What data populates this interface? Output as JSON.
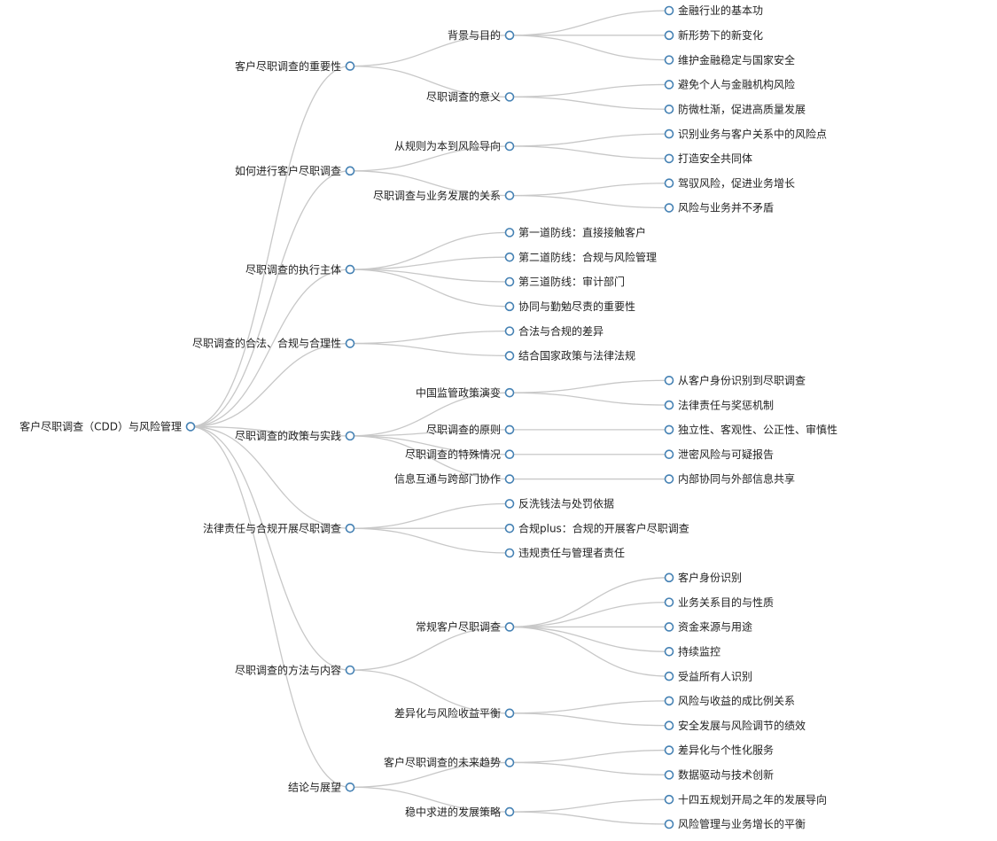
{
  "mindmap": {
    "root": {
      "label": "客户尽职调查（CDD）与风险管理",
      "children": [
        {
          "label": "客户尽职调查的重要性",
          "children": [
            {
              "label": "背景与目的",
              "children": [
                {
                  "label": "金融行业的基本功"
                },
                {
                  "label": "新形势下的新变化"
                },
                {
                  "label": "维护金融稳定与国家安全"
                }
              ]
            },
            {
              "label": "尽职调查的意义",
              "children": [
                {
                  "label": "避免个人与金融机构风险"
                },
                {
                  "label": "防微杜渐，促进高质量发展"
                }
              ]
            }
          ]
        },
        {
          "label": "如何进行客户尽职调查",
          "children": [
            {
              "label": "从规则为本到风险导向",
              "children": [
                {
                  "label": "识别业务与客户关系中的风险点"
                },
                {
                  "label": "打造安全共同体"
                }
              ]
            },
            {
              "label": "尽职调查与业务发展的关系",
              "children": [
                {
                  "label": "驾驭风险，促进业务增长"
                },
                {
                  "label": "风险与业务并不矛盾"
                }
              ]
            }
          ]
        },
        {
          "label": "尽职调查的执行主体",
          "children": [
            {
              "label": "第一道防线：直接接触客户"
            },
            {
              "label": "第二道防线：合规与风险管理"
            },
            {
              "label": "第三道防线：审计部门"
            },
            {
              "label": "协同与勤勉尽责的重要性"
            }
          ]
        },
        {
          "label": "尽职调查的合法、合规与合理性",
          "children": [
            {
              "label": "合法与合规的差异"
            },
            {
              "label": "结合国家政策与法律法规"
            }
          ]
        },
        {
          "label": "尽职调查的政策与实践",
          "children": [
            {
              "label": "中国监管政策演变",
              "children": [
                {
                  "label": "从客户身份识别到尽职调查"
                },
                {
                  "label": "法律责任与奖惩机制"
                }
              ]
            },
            {
              "label": "尽职调查的原则",
              "children": [
                {
                  "label": "独立性、客观性、公正性、审慎性"
                }
              ]
            },
            {
              "label": "尽职调查的特殊情况",
              "children": [
                {
                  "label": "泄密风险与可疑报告"
                }
              ]
            },
            {
              "label": "信息互通与跨部门协作",
              "children": [
                {
                  "label": "内部协同与外部信息共享"
                }
              ]
            }
          ]
        },
        {
          "label": "法律责任与合规开展尽职调查",
          "children": [
            {
              "label": "反洗钱法与处罚依据"
            },
            {
              "label": "合规plus：合规的开展客户尽职调查"
            },
            {
              "label": "违规责任与管理者责任"
            }
          ]
        },
        {
          "label": "尽职调查的方法与内容",
          "children": [
            {
              "label": "常规客户尽职调查",
              "children": [
                {
                  "label": "客户身份识别"
                },
                {
                  "label": "业务关系目的与性质"
                },
                {
                  "label": "资金来源与用途"
                },
                {
                  "label": "持续监控"
                },
                {
                  "label": "受益所有人识别"
                }
              ]
            },
            {
              "label": "差异化与风险收益平衡",
              "children": [
                {
                  "label": "风险与收益的成比例关系"
                },
                {
                  "label": "安全发展与风险调节的绩效"
                }
              ]
            }
          ]
        },
        {
          "label": "结论与展望",
          "children": [
            {
              "label": "客户尽职调查的未来趋势",
              "children": [
                {
                  "label": "差异化与个性化服务"
                },
                {
                  "label": "数据驱动与技术创新"
                }
              ]
            },
            {
              "label": "稳中求进的发展策略",
              "children": [
                {
                  "label": "十四五规划开局之年的发展导向"
                },
                {
                  "label": "风险管理与业务增长的平衡"
                }
              ]
            }
          ]
        }
      ]
    }
  }
}
